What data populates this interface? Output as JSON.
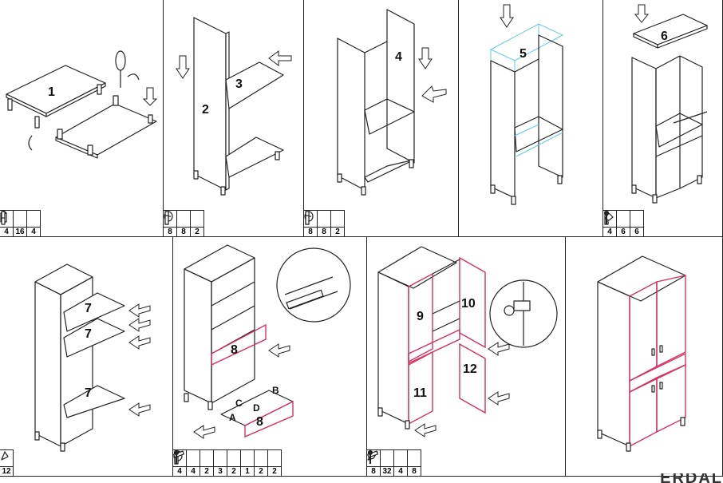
{
  "steps": {
    "s1": {
      "label": "1",
      "parts": [
        "4",
        "16",
        "4"
      ]
    },
    "s2": {
      "label_a": "2",
      "label_b": "3",
      "parts": [
        "8",
        "8",
        "2"
      ]
    },
    "s3": {
      "label": "4",
      "parts": [
        "8",
        "8",
        "2"
      ]
    },
    "s4": {
      "label": "5"
    },
    "s5": {
      "label": "6",
      "parts": [
        "4",
        "6",
        "6"
      ]
    },
    "s6": {
      "label_a": "7",
      "label_b": "7",
      "label_c": "7",
      "parts": [
        "12"
      ]
    },
    "s7": {
      "label_a": "8",
      "label_b": "8",
      "letter_a": "A",
      "letter_b": "B",
      "letter_c": "C",
      "letter_d": "D",
      "parts": [
        "4",
        "4",
        "2",
        "3",
        "2",
        "1",
        "2",
        "2"
      ]
    },
    "s8": {
      "label_a": "9",
      "label_b": "10",
      "label_c": "11",
      "label_d": "12",
      "parts": [
        "8",
        "32",
        "4",
        "8"
      ]
    }
  },
  "brand_text": "ERDAL",
  "icons": [
    "cam-lock-icon",
    "screw-icon",
    "dowel-icon",
    "leg-icon",
    "bracket-icon",
    "handle-icon",
    "hinge-icon"
  ],
  "colors": {
    "highlight": "#d63060",
    "blueprint": "#64c8e6",
    "line": "#222222"
  }
}
